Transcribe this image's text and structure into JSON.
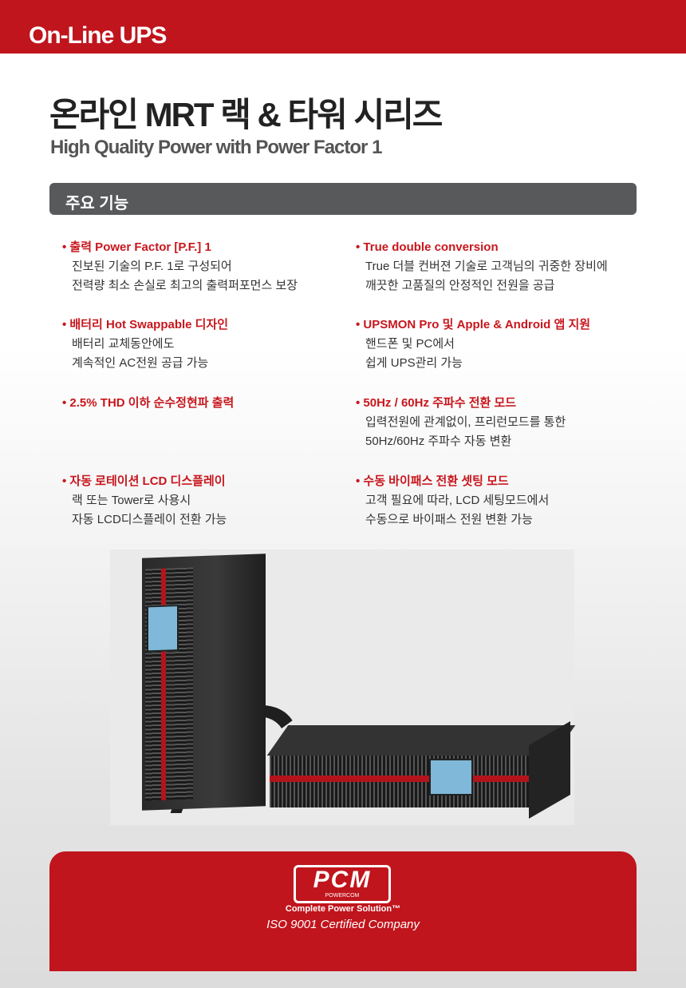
{
  "header": {
    "label": "On-Line UPS"
  },
  "title": "온라인 MRT 랙 & 타워 시리즈",
  "subtitle": "High Quality Power with Power Factor 1",
  "section": {
    "label": "주요 기능"
  },
  "features": [
    {
      "title": "• 출력 Power Factor [P.F.] 1",
      "lines": [
        "진보된 기술의 P.F. 1로 구성되어",
        "전력량 최소 손실로 최고의 출력퍼포먼스 보장"
      ]
    },
    {
      "title": "• True double conversion",
      "lines": [
        "True 더블 컨버젼 기술로 고객님의 귀중한 장비에",
        "깨끗한 고품질의 안정적인 전원을 공급"
      ]
    },
    {
      "title": "• 배터리 Hot Swappable 디자인",
      "lines": [
        "배터리 교체동안에도",
        "계속적인 AC전원 공급 가능"
      ]
    },
    {
      "title": "• UPSMON Pro 및 Apple & Android 앱 지원",
      "lines": [
        "핸드폰 및 PC에서",
        "쉽게 UPS관리 가능"
      ]
    },
    {
      "title": "• 2.5% THD 이하 순수정현파 출력",
      "lines": [
        "",
        ""
      ]
    },
    {
      "title": "• 50Hz / 60Hz 주파수 전환 모드",
      "lines": [
        "입력전원에 관계없이, 프리런모드를 통한",
        "50Hz/60Hz 주파수 자동 변환"
      ]
    },
    {
      "title": "• 자동 로테이션 LCD 디스플레이",
      "lines": [
        "랙 또는 Tower로 사용시",
        "자동 LCD디스플레이 전환 가능"
      ]
    },
    {
      "title": "• 수동 바이패스 전환 셋팅 모드",
      "lines": [
        "고객 필요에 따라, LCD 세팅모드에서",
        "수동으로 바이패스 전원 변환 가능"
      ]
    }
  ],
  "footer": {
    "logo": "PCM",
    "logo_sub": "POWERCOM",
    "tagline": "Complete Power Solution™",
    "cert": "ISO 9001 Certified Company"
  },
  "colors": {
    "brand_red": "#c0151d",
    "section_gray": "#58595b"
  }
}
